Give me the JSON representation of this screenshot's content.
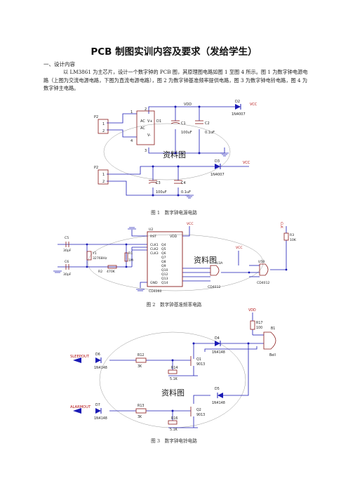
{
  "title": "PCB 制图实训内容及要求（发给学生）",
  "section1": "一、设计内容",
  "intro": "以 LM3861 为主芯片，设计一个数字钟的 PCB 图，其原理图电路如图 1 至图 4 所示。图 1 为数字钟电源电路（上图为交流电源电路，下图为直流电源电路），图 2 为数字钟基准频率提供电路，图 3 为数字钟电铃电路，图 4 为数字钟主电路。",
  "watermark": "资料图",
  "fig1": {
    "caption": "图 1　数字钟电源电路",
    "labels": {
      "p2a": "P2",
      "p2b": "P2",
      "pin1": "1",
      "pin2": "2",
      "d1": "D1",
      "ac1": "AC",
      "ac2": "AC",
      "vplus": "V+",
      "vminus": "V-",
      "n1": "1",
      "n2": "2",
      "n3": "3",
      "n4": "4",
      "vdd": "VDD",
      "d2": "D2",
      "d2part": "1N4007",
      "vcc1": "VCC",
      "c1": "C1",
      "c1val": "100uF",
      "c2": "C2",
      "c2val": "0.1uF",
      "d3": "D3",
      "d3part": "1N4007",
      "vcc2": "VCC",
      "c3": "C3",
      "c3val": "100uF",
      "c4": "C4",
      "c4val": "0.1uF"
    }
  },
  "fig2": {
    "caption": "图 2　数字钟基准频率电路",
    "labels": {
      "u2": "U2",
      "rst": "RST",
      "vdd": "VDD",
      "clk1": "CLK1",
      "clk2": "CLK2",
      "clk3": "CLK3",
      "q": [
        "Q4",
        "Q5",
        "Q6",
        "Q7",
        "Q8",
        "Q9",
        "Q10",
        "Q12",
        "Q13",
        "Q14"
      ],
      "gnd": "GND",
      "part": "CD4060",
      "c5": "C5",
      "c5val": "30pF",
      "c6": "C6",
      "c6val": "30pF",
      "y1": "Y1",
      "y1val": "32768Hz",
      "r1": "R1",
      "r1val": "1M",
      "r2": "R2",
      "r2val": "470K",
      "vcc": "VCC",
      "u3a": "U3A",
      "u5b": "U5B",
      "cd4012a": "CD4012",
      "cd4012b": "CD4012",
      "r3": "R3",
      "r3val": "10K",
      "clk": "CLK",
      "vcc2": "VCC"
    }
  },
  "fig3": {
    "caption": "图 3　数字钟电铃电路",
    "labels": {
      "vdd": "VDD",
      "r17": "R17",
      "r17val": "100",
      "b1": "B1",
      "bell": "Bell",
      "d4": "D4",
      "d4part": "1N4148",
      "d5": "D5",
      "d5part": "1N4148",
      "d6": "D6",
      "d6part": "1N4148",
      "d7": "D7",
      "d7part": "1N4148",
      "sig1": "SLEEPOUT",
      "sig2": "ALARMOUT",
      "r12": "R12",
      "r12val": "3K",
      "r13": "R13",
      "r13val": "3K",
      "r14": "R14",
      "r14val": "5.1K",
      "r16": "R16",
      "r16val": "5.1K",
      "q1": "Q1",
      "q1part": "9013",
      "q2": "Q2",
      "q2part": "9013"
    }
  },
  "colors": {
    "wire": "#1a1ab5",
    "part": "#8a1a1a",
    "junction": "#1a1ab5",
    "text": "#222222",
    "signal": "#b41414",
    "watermark": "#1c1c1c"
  }
}
